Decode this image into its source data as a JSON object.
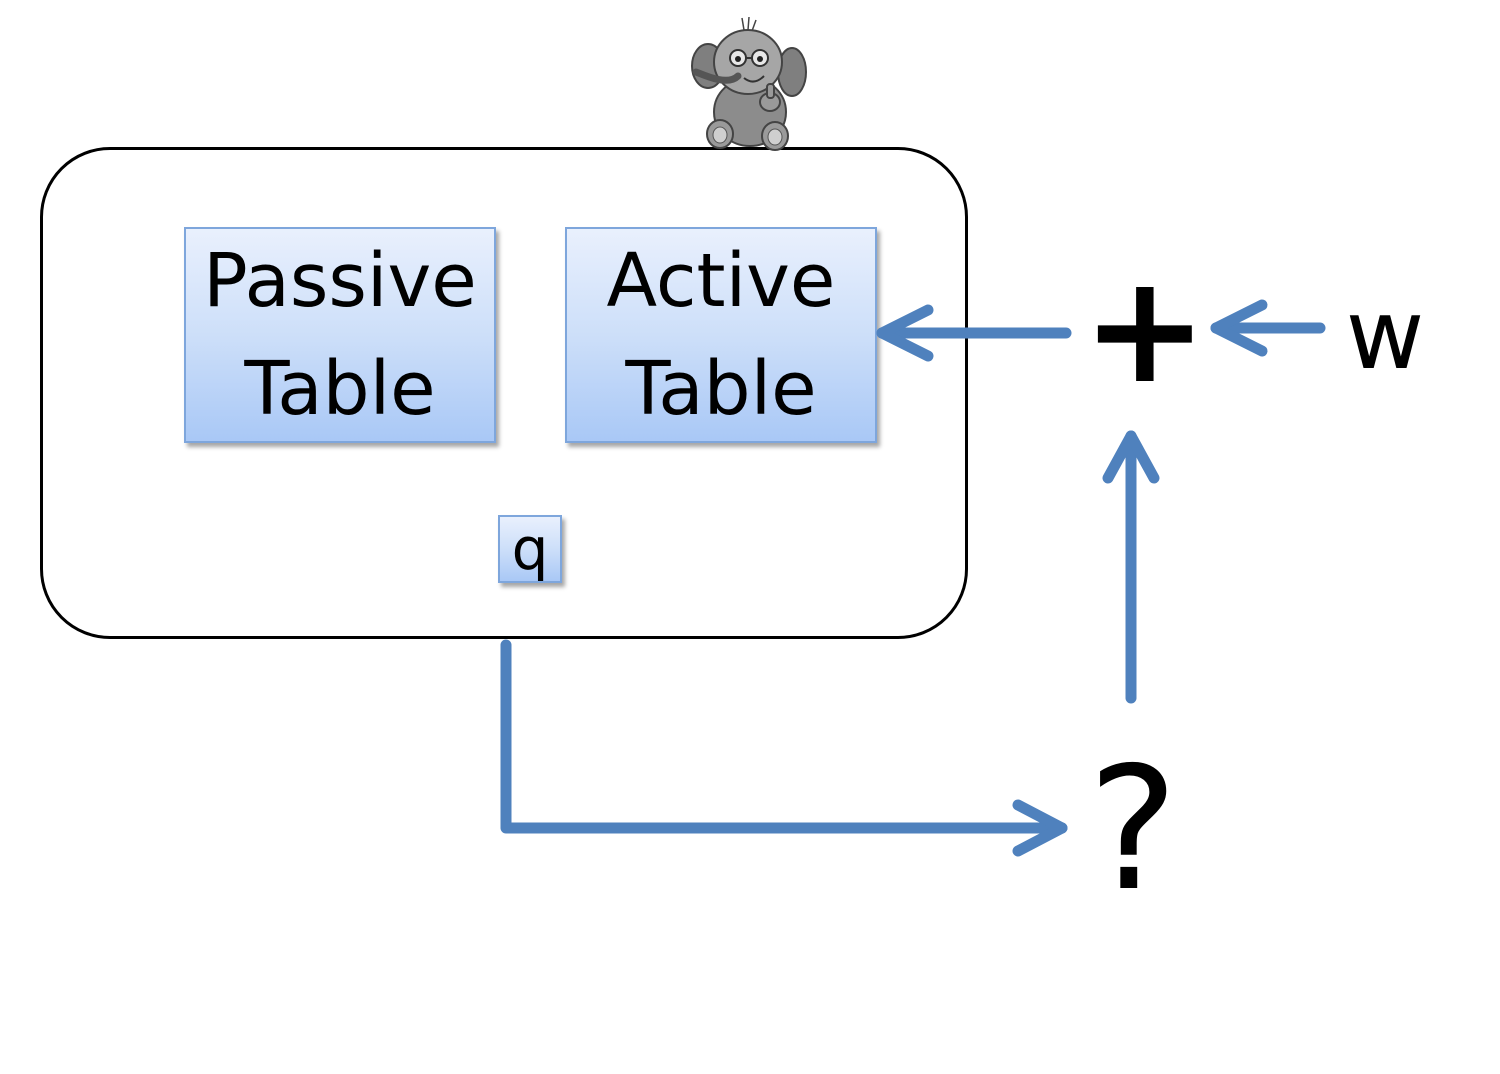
{
  "nodes": {
    "passive_table": "Passive\nTable",
    "active_table": "Active\nTable",
    "q": "q",
    "plus": "+",
    "w": "w",
    "question": "?"
  },
  "colors": {
    "arrow": "#4f81bd",
    "box_border": "#7ea6dc",
    "box_fill_top": "#e9f0fd",
    "box_fill_bottom": "#a9c8f6"
  },
  "icons": {
    "mascot": "elephant-mascot-icon"
  }
}
